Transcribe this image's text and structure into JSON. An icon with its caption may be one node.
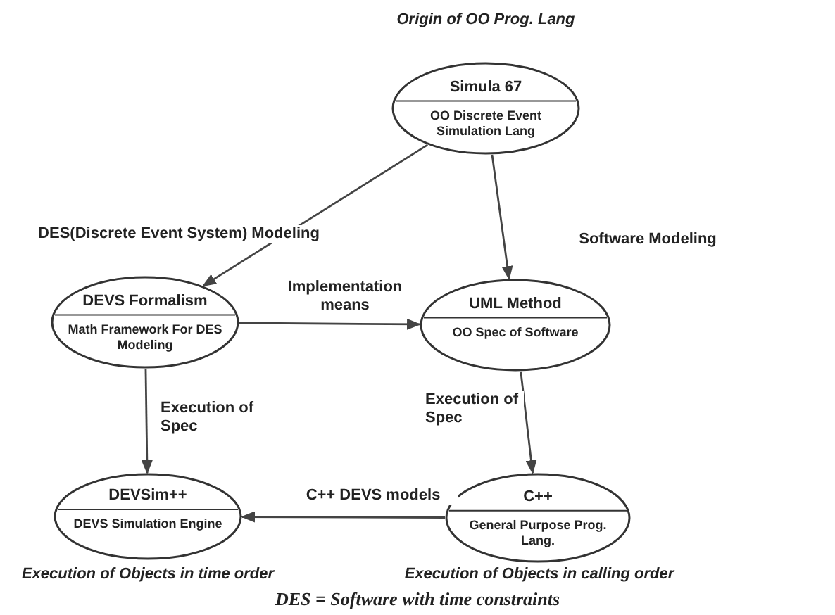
{
  "diagram": {
    "caption": "DES = Software with time constraints",
    "nodes": [
      {
        "text": [
          "Simula 67",
          "OO Discrete Event Simulation Lang"
        ],
        "beside": [
          "Origin of OO Prog. Lang"
        ]
      },
      {
        "text": [
          "DEVS Formalism",
          "Math Framework For DES Modeling"
        ]
      },
      {
        "text": [
          "UML Method",
          "OO Spec of Software"
        ]
      },
      {
        "text": [
          "DEVSim++",
          "DEVS Simulation Engine"
        ],
        "beside": [
          "Execution of Objects in time order"
        ]
      },
      {
        "text": [
          "C++",
          "General Purpose Prog. Lang."
        ],
        "beside": [
          "Execution of Objects in calling order"
        ]
      }
    ],
    "edges": [
      {
        "from": 0,
        "to": 1,
        "arrow": "to",
        "label": "DES(Discrete Event System) Modeling"
      },
      {
        "from": 0,
        "to": 2,
        "arrow": "to",
        "label": "Software Modeling"
      },
      {
        "from": 1,
        "to": 2,
        "arrow": "to",
        "label": "Implementation means"
      },
      {
        "from": 1,
        "to": 3,
        "arrow": "to",
        "label": "Execution of Spec"
      },
      {
        "from": 2,
        "to": 4,
        "arrow": "to",
        "label": "Execution of Spec"
      },
      {
        "from": 4,
        "to": 3,
        "arrow": "to",
        "label": "C++ DEVS models"
      }
    ]
  }
}
